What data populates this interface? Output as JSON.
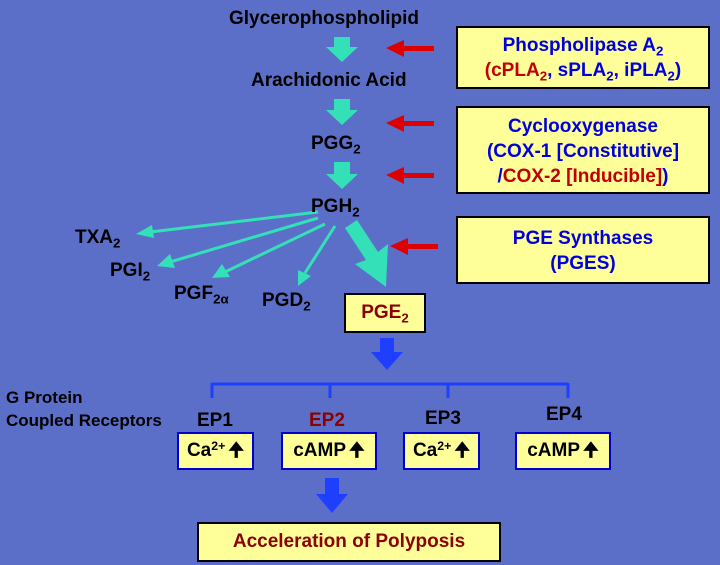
{
  "pathway": {
    "glycerophospholipid": "Glycerophospholipid",
    "arachidonic_acid": "Arachidonic Acid",
    "pgg": "PGG",
    "pgg_sub": "2",
    "pgh": "PGH",
    "pgh_sub": "2",
    "txa": "TXA",
    "txa_sub": "2",
    "pgi": "PGI",
    "pgi_sub": "2",
    "pgf": "PGF",
    "pgf_sub": "2α",
    "pgd": "PGD",
    "pgd_sub": "2",
    "pge": "PGE",
    "pge_sub": "2"
  },
  "enzymes": {
    "pla_title": "Phospholipase A",
    "pla_title_sub": "2",
    "pla_open": "(",
    "cpla": "cPLA",
    "cpla_sub": "2",
    "spla": ", sPLA",
    "spla_sub": "2",
    "ipla": ", iPLA",
    "ipla_sub": "2",
    "pla_close": ")",
    "cox_title": "Cyclooxygenase",
    "cox1": "(COX-1 [Constitutive]",
    "cox2_slash": "/",
    "cox2": "COX-2 [Inducible]",
    "cox2_close": ")",
    "pges_title": "PGE Synthases",
    "pges_abbr": "(PGES)"
  },
  "receptors": {
    "label_line1": "G Protein",
    "label_line2": "Coupled Receptors",
    "items": [
      {
        "name": "EP1",
        "signal": "Ca",
        "signal_sup": "2+",
        "arrow": "🠉"
      },
      {
        "name": "EP2",
        "signal": "cAMP",
        "signal_sup": "",
        "arrow": "🠉"
      },
      {
        "name": "EP3",
        "signal": "Ca",
        "signal_sup": "2+",
        "arrow": "🠉"
      },
      {
        "name": "EP4",
        "signal": "cAMP",
        "signal_sup": "",
        "arrow": "🠉"
      }
    ]
  },
  "outcome": "Acceleration of Polyposis",
  "colors": {
    "background": "#5b6fc8",
    "box_fill": "#ffff9a",
    "teal_arrow": "#33e0b8",
    "red_arrow": "#dd0000",
    "blue_arrow": "#1f3fff",
    "enzyme_text": "#0000dd",
    "highlight_text": "#8b0000"
  }
}
